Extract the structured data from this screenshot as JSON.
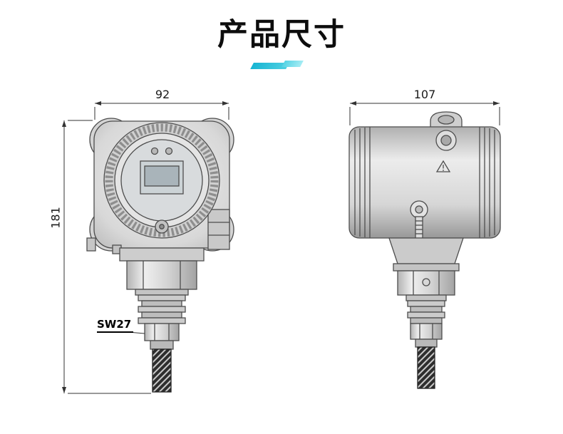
{
  "page": {
    "title": "产品尺寸"
  },
  "front_view": {
    "width_dim": "92",
    "height_dim": "181",
    "wrench_label": "SW27"
  },
  "side_view": {
    "width_dim": "107"
  },
  "colors": {
    "accent_start": "#17b5d3",
    "accent_end": "#a5ecf4",
    "drawing_line": "#4d4d4d",
    "dimension_line": "#333333"
  }
}
